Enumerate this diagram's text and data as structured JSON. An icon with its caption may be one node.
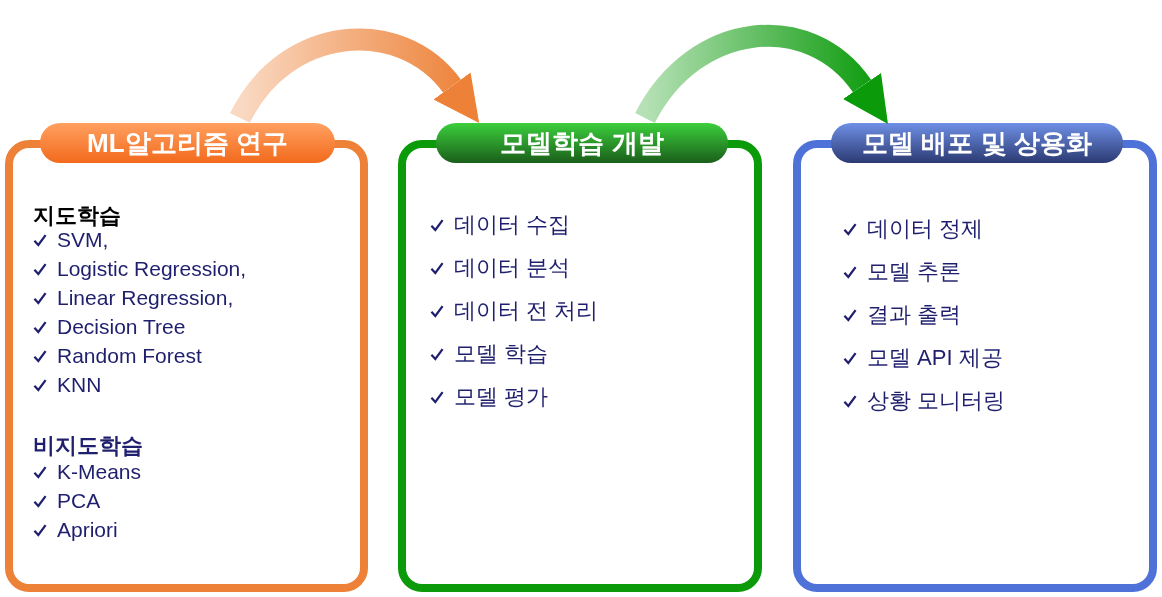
{
  "diagram": {
    "nodes": [
      {
        "text": [
          "ML알고리즘 연구",
          "지도학습",
          "SVM,",
          "Logistic Regression,",
          "Linear Regression,",
          "Decision Tree",
          "Random Forest",
          "KNN",
          "비지도학습",
          "K-Means",
          "PCA",
          "Apriori"
        ]
      },
      {
        "text": [
          "모델학습 개발",
          "데이터 수집",
          "데이터 분석",
          "데이터 전 처리",
          "모델 학습",
          "모델 평가"
        ]
      },
      {
        "text": [
          "모델 배포 및 상용화",
          "데이터 정제",
          "모델 추론",
          "결과 출력",
          "모델 API 제공",
          "상황 모니터링"
        ]
      }
    ],
    "edges": [
      {
        "from": 0,
        "to": 1,
        "arrow": "to",
        "color": "#ed8137"
      },
      {
        "from": 1,
        "to": 2,
        "arrow": "to",
        "color": "#0a9a0a"
      }
    ]
  }
}
